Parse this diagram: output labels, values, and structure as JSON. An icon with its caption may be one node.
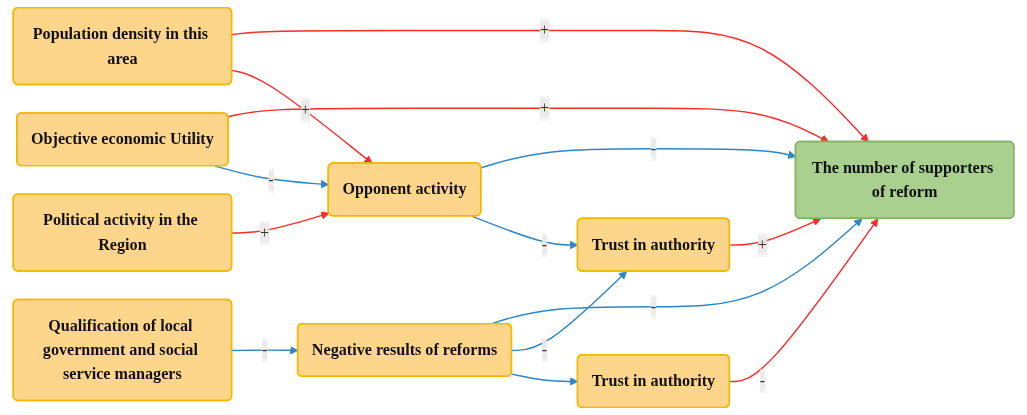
{
  "diagram": {
    "nodes": [
      {
        "text": [
          "Population density in this area"
        ]
      },
      {
        "text": [
          "The number of supporters of reform"
        ]
      },
      {
        "text": [
          "Trust in authority"
        ]
      },
      {
        "text": [
          "Political activity in the Region"
        ]
      },
      {
        "text": [
          "Trust in authority"
        ]
      },
      {
        "text": [
          "Objective economic Utility"
        ]
      },
      {
        "text": [
          "Negative results of reforms"
        ]
      },
      {
        "text": [
          "Opponent activity"
        ]
      },
      {
        "text": [
          "Qualification of local government and social service managers"
        ]
      }
    ],
    "edges": [
      {
        "from": 0,
        "to": 1,
        "arrow": "to",
        "label": "+",
        "color": "#ff2a2a"
      },
      {
        "from": 0,
        "to": 7,
        "arrow": "to",
        "label": "+",
        "color": "#ff2a2a"
      },
      {
        "from": 5,
        "to": 1,
        "arrow": "to",
        "label": "+",
        "color": "#ff2a2a"
      },
      {
        "from": 3,
        "to": 7,
        "arrow": "to",
        "label": "+",
        "color": "#ff2a2a"
      },
      {
        "from": 5,
        "to": 7,
        "arrow": "to",
        "label": "-"
      },
      {
        "from": 7,
        "to": 1,
        "arrow": "to",
        "label": "-"
      },
      {
        "from": 7,
        "to": 4,
        "arrow": "to",
        "label": "-"
      },
      {
        "from": 6,
        "to": 1,
        "arrow": "to",
        "label": "-"
      },
      {
        "from": 2,
        "to": 1,
        "arrow": "to",
        "label": "-",
        "color": "#ff2a2a"
      },
      {
        "from": 4,
        "to": 1,
        "arrow": "to",
        "label": "+",
        "color": "#ff2a2a"
      },
      {
        "from": 6,
        "to": 4,
        "arrow": "to",
        "label": "-"
      },
      {
        "from": 8,
        "to": 6,
        "arrow": "to",
        "label": "-"
      },
      {
        "from": 6,
        "to": 2,
        "arrow": "to"
      }
    ]
  }
}
